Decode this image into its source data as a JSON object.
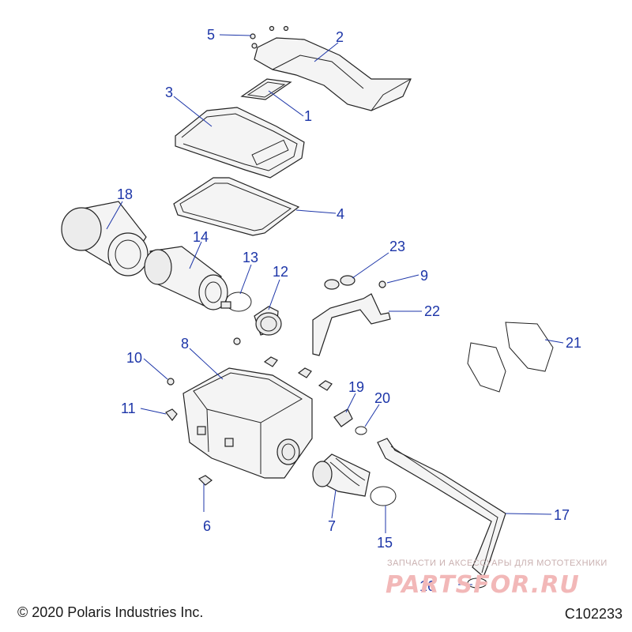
{
  "callouts": [
    {
      "id": "1",
      "label": "1"
    },
    {
      "id": "2",
      "label": "2"
    },
    {
      "id": "3",
      "label": "3"
    },
    {
      "id": "4",
      "label": "4"
    },
    {
      "id": "5",
      "label": "5"
    },
    {
      "id": "6",
      "label": "6"
    },
    {
      "id": "7",
      "label": "7"
    },
    {
      "id": "8",
      "label": "8"
    },
    {
      "id": "9",
      "label": "9"
    },
    {
      "id": "10",
      "label": "10"
    },
    {
      "id": "11",
      "label": "11"
    },
    {
      "id": "12",
      "label": "12"
    },
    {
      "id": "13",
      "label": "13"
    },
    {
      "id": "14",
      "label": "14"
    },
    {
      "id": "15",
      "label": "15"
    },
    {
      "id": "16",
      "label": "16"
    },
    {
      "id": "17",
      "label": "17"
    },
    {
      "id": "18",
      "label": "18"
    },
    {
      "id": "19",
      "label": "19"
    },
    {
      "id": "20",
      "label": "20"
    },
    {
      "id": "21",
      "label": "21"
    },
    {
      "id": "22",
      "label": "22"
    },
    {
      "id": "23",
      "label": "23"
    }
  ],
  "footer": {
    "copyright": "© 2020 Polaris Industries Inc.",
    "drawing_id": "C102233"
  },
  "watermark": {
    "tagline": "ЗАПЧАСТИ И АКСЕССУАРЫ ДЛЯ МОТОТЕХНИКИ",
    "logo": "PARTSFOR.RU"
  },
  "colors": {
    "callout": "#1c35a8",
    "linework": "#222222",
    "watermark": "#f2b8b8"
  }
}
